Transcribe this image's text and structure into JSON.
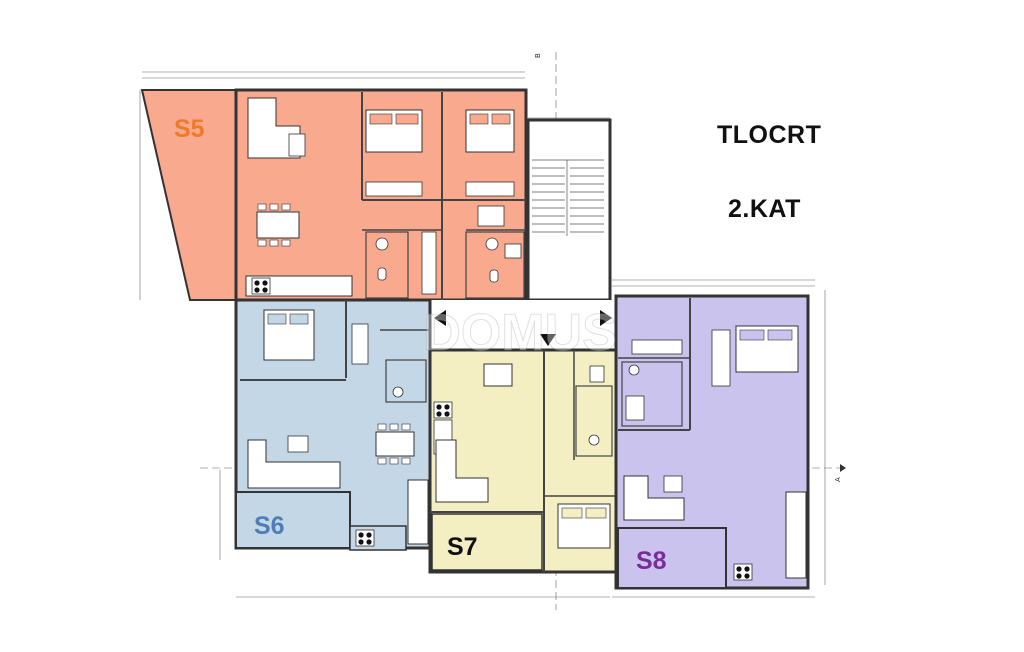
{
  "title": {
    "line1": "TLOCRT",
    "line2": "2.KAT"
  },
  "units": [
    {
      "label": "S5",
      "color": "#f07a2a"
    },
    {
      "label": "S6",
      "color": "#4f7db8"
    },
    {
      "label": "S7",
      "color": "#111111"
    },
    {
      "label": "S8",
      "color": "#7a2c9a"
    }
  ],
  "section_marks": {
    "top": "B",
    "right": "A"
  },
  "watermark": "DOMUS",
  "fills": {
    "s5": "#f8a98e",
    "s6": "#c4d7e6",
    "s7": "#f3efc2",
    "s8": "#c9c3ee",
    "corridor": "#ffffff"
  }
}
